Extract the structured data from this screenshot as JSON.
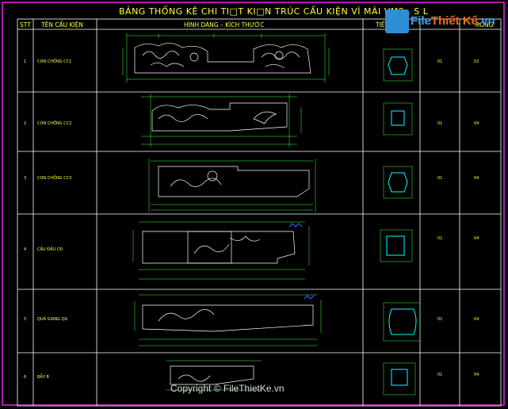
{
  "title": "BẢNG THỐNG KÊ CHI TI□T KI□N TRÚC CẤU KIỆN VÌ MÁI VM2 . S L",
  "header": {
    "stt": "STT",
    "name": "TÊN CẤU KIỆN",
    "shape": "HÌNH DÁNG – KÍCH THƯỚC",
    "section": "TIẾT D",
    "qty": "RỒNG"
  },
  "rows": [
    {
      "stt": "1",
      "name": "CON CHỒNG CC1",
      "c1": "01",
      "c2": "02"
    },
    {
      "stt": "2",
      "name": "CON CHỒNG CC2",
      "c1": "01",
      "c2": "04"
    },
    {
      "stt": "3",
      "name": "CON CHỒNG CC3",
      "c1": "01",
      "c2": "04"
    },
    {
      "stt": "4",
      "name": "CẦU ĐẦU CĐ",
      "c1": "01",
      "c2": "04"
    },
    {
      "stt": "5",
      "name": "QUÁ GIANG QG",
      "c1": "01",
      "c2": "04"
    },
    {
      "stt": "6",
      "name": "BẪY B",
      "c1": "01",
      "c2": "04"
    }
  ],
  "logo": {
    "part1": "File",
    "part2": "Thiết Kế",
    "part3": ".vn"
  },
  "copyright": "Copyright © FileThietKe.vn",
  "colors": {
    "frame": "#b01ab0",
    "text": "#ffff40",
    "lines": "#ffffff",
    "dims": "#40ff40",
    "section": "#00ffff",
    "logo": "#2f8fd4"
  }
}
